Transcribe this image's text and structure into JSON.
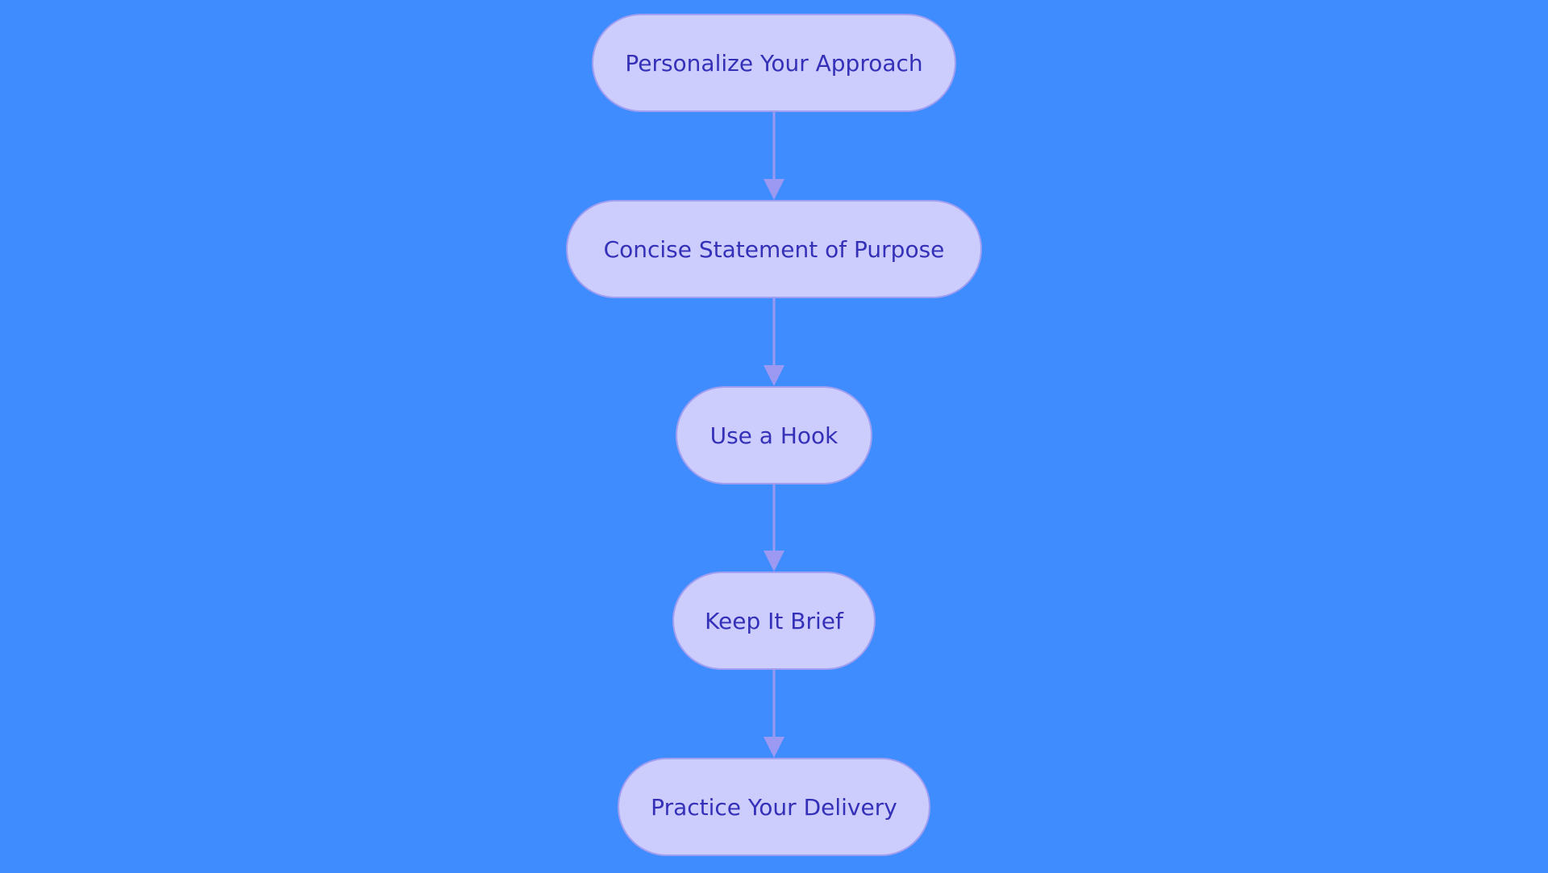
{
  "colors": {
    "background": "#3f8cff",
    "node_fill": "#cccdfd",
    "node_border": "#a09ef0",
    "node_text": "#3430b8",
    "connector": "#9b99f2"
  },
  "flow": {
    "steps": [
      {
        "label": "Personalize Your Approach"
      },
      {
        "label": "Concise Statement of Purpose"
      },
      {
        "label": "Use a Hook"
      },
      {
        "label": "Keep It Brief"
      },
      {
        "label": "Practice Your Delivery"
      }
    ]
  }
}
